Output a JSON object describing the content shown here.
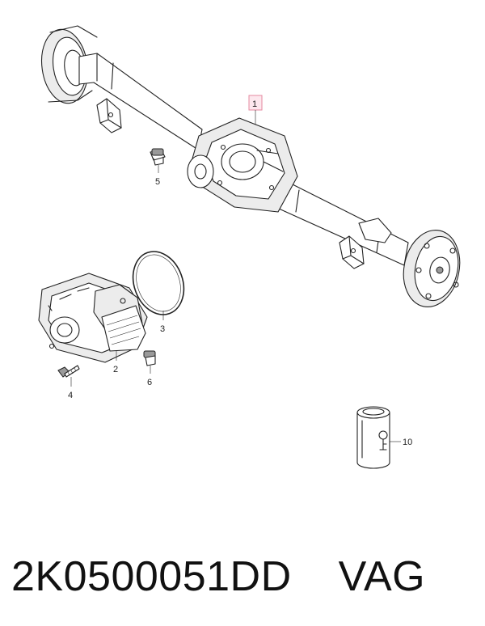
{
  "callouts": {
    "axle_assembly": "1",
    "transfer_case": "2",
    "o_ring": "3",
    "bolt": "4",
    "drain_plug": "5",
    "fill_plug": "6",
    "oil_bottle": "10"
  },
  "caption": {
    "part_number": "2K0500051DD",
    "brand": "VAG"
  },
  "colors": {
    "highlight": "#e58aa0",
    "line": "#222222"
  }
}
